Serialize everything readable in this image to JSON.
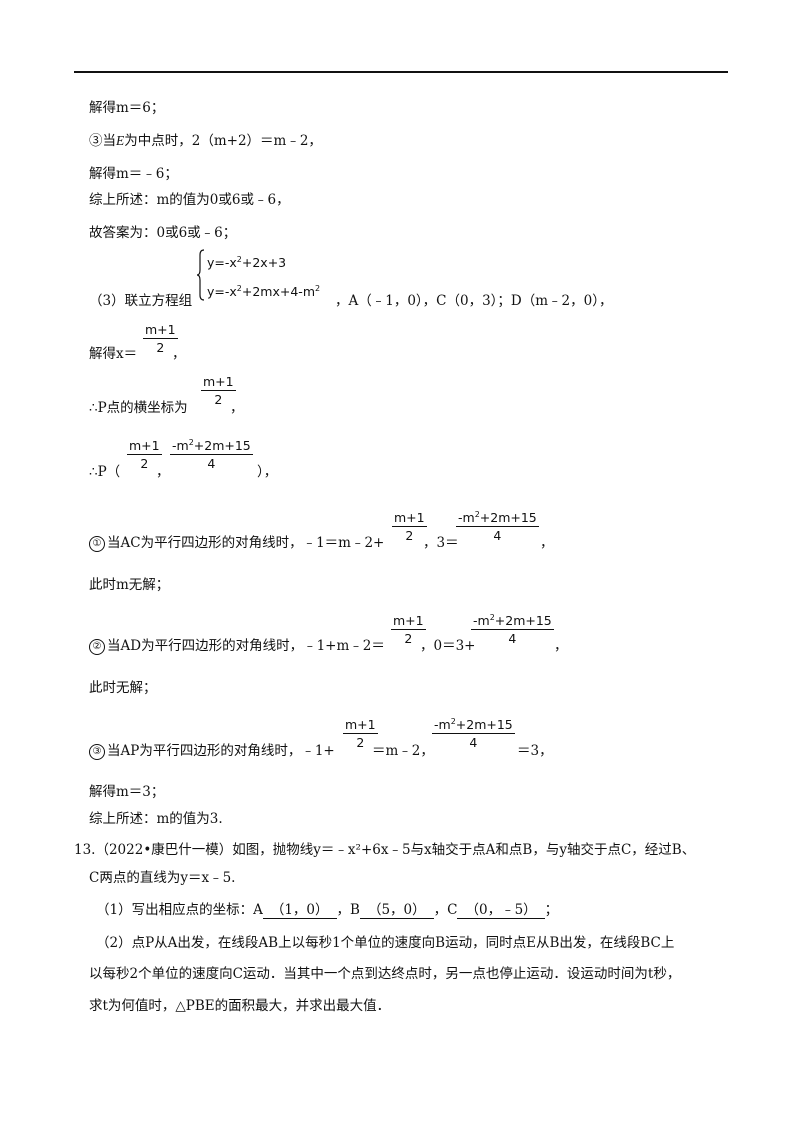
{
  "lines": {
    "l1": "解得m＝6；",
    "l2_a": "当",
    "l2_E": "E",
    "l2_b": "为中点时，2（m+2）＝m﹣2，",
    "l2_num": "③",
    "l3": "解得m＝﹣6；",
    "l4": "综上所述：m的值为0或6或﹣6，",
    "l5": "故答案为：0或6或﹣6；",
    "l6_a": "（3）联立方程组",
    "l6_b": "，A（﹣1，0），C（0，3）；D（m﹣2，0），",
    "l7": "解得x＝",
    "l7_end": "，",
    "l8": "∴P点的横坐标为",
    "l8_end": "，",
    "l9_a": "∴P（",
    "l9_b": "，",
    "l9_c": "），",
    "l10_num": "①",
    "l10_a": "当AC为平行四边形的对角线时，﹣1＝m﹣2+",
    "l10_b": "，3＝",
    "l10_c": "，",
    "l11": "此时m无解；",
    "l12_num": "②",
    "l12_a": "当AD为平行四边形的对角线时，﹣1+m﹣2＝",
    "l12_b": "，0＝3+",
    "l12_c": "，",
    "l13": "此时无解；",
    "l14_num": "③",
    "l14_a": "当AP为平行四边形的对角线时，﹣1+",
    "l14_b": "＝m﹣2，",
    "l14_c": "＝3，",
    "l15": "解得m＝3；",
    "l16": "综上所述：m的值为3.",
    "q13_a": "13.（2022•康巴什一模）如图，抛物线y＝﹣x²+6x﹣5与x轴交于点A和点B，与y轴交于点C，经过B、",
    "q13_b": "C两点的直线为y＝x﹣5.",
    "q13_1a": "（1）写出相应点的坐标：A",
    "q13_1A": "（1，0）",
    "q13_1b": "，B",
    "q13_1B": "（5，0）",
    "q13_1c": "，C",
    "q13_1C": "（0，﹣5）",
    "q13_1d": "；",
    "q13_2a": "（2）点P从A出发，在线段AB上以每秒1个单位的速度向B运动，同时点E从B出发，在线段BC上",
    "q13_2b": "以每秒2个单位的速度向C运动．当其中一个点到达终点时，另一点也停止运动．设运动时间为t秒，",
    "q13_2c": "求t为何值时，△PBE的面积最大，并求出最大值．"
  },
  "math": {
    "sys1": "y=-x²+2x+3",
    "sys2": "y=-x²+2mx+4-m²",
    "frac_m1_num": "m+1",
    "frac_m1_den": "2",
    "frac_q_num": "-m²+2m+15",
    "frac_q_den": "4"
  }
}
